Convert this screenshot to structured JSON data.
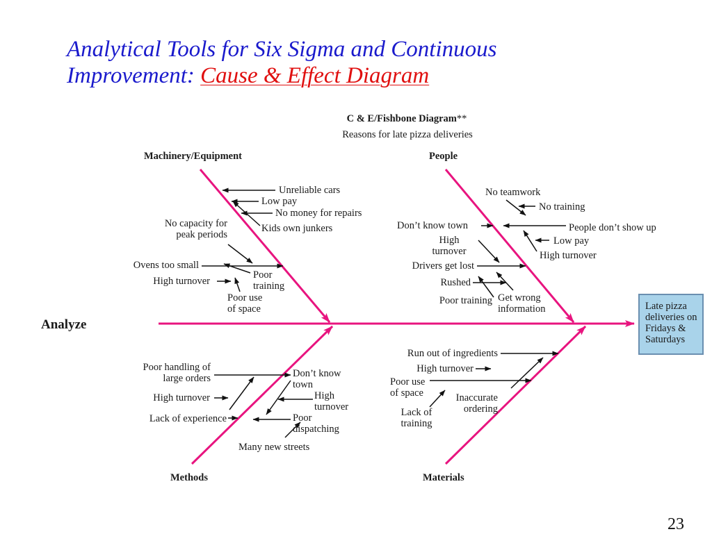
{
  "slide": {
    "title_main_line1": "Analytical Tools for Six Sigma and Continuous",
    "title_main_line2": "Improvement:",
    "title_highlight": "Cause & Effect Diagram",
    "page_number": "23"
  },
  "diagram": {
    "heading": "C & E/Fishbone Diagram",
    "heading_mark": "**",
    "subheading": "Reasons for late pizza deliveries",
    "left_label": "Analyze",
    "effect_line1": "Late pizza",
    "effect_line2": "deliveries on",
    "effect_line3": "Fridays &",
    "effect_line4": "Saturdays",
    "categories": {
      "machinery": "Machinery/Equipment",
      "people": "People",
      "methods": "Methods",
      "materials": "Materials"
    },
    "causes": {
      "unreliable_cars": "Unreliable cars",
      "low_pay_m": "Low pay",
      "no_money": "No money for repairs",
      "kids_junkers": "Kids own junkers",
      "no_capacity_1": "No capacity for",
      "no_capacity_2": "peak periods",
      "ovens_small": "Ovens too small",
      "high_turnover_m": "High turnover",
      "poor_training_1": "Poor",
      "poor_training_2": "training",
      "poor_space_1": "Poor use",
      "poor_space_2": "of space",
      "no_teamwork": "No teamwork",
      "no_training": "No training",
      "dont_know_town_p": "Don’t know town",
      "people_dont_show": "People don’t show up",
      "low_pay_p": "Low pay",
      "high_turnover_p1": "High",
      "high_turnover_p2": "turnover",
      "high_turnover_p": "High turnover",
      "drivers_lost": "Drivers get lost",
      "rushed": "Rushed",
      "poor_training_p": "Poor training",
      "wrong_info_1": "Get wrong",
      "wrong_info_2": "information",
      "poor_handling_1": "Poor handling of",
      "poor_handling_2": "large orders",
      "high_turnover_me": "High turnover",
      "lack_experience": "Lack of experience",
      "dont_know_1": "Don’t know",
      "dont_know_2": "town",
      "high_turnover_me2_1": "High",
      "high_turnover_me2_2": "turnover",
      "poor_dispatching_1": "Poor",
      "poor_dispatching_2": "dispatching",
      "many_streets": "Many new streets",
      "run_out": "Run out of ingredients",
      "high_turnover_ma": "High turnover",
      "poor_space_ma_1": "Poor use",
      "poor_space_ma_2": "of space",
      "inaccurate_1": "Inaccurate",
      "inaccurate_2": "ordering",
      "lack_training_1": "Lack of",
      "lack_training_2": "training"
    },
    "colors": {
      "bone": "#e8147f",
      "arrow": "#111111",
      "effect_fill": "#a9d3ea",
      "title_blue": "#1a1acc",
      "title_red": "#e01010"
    }
  }
}
